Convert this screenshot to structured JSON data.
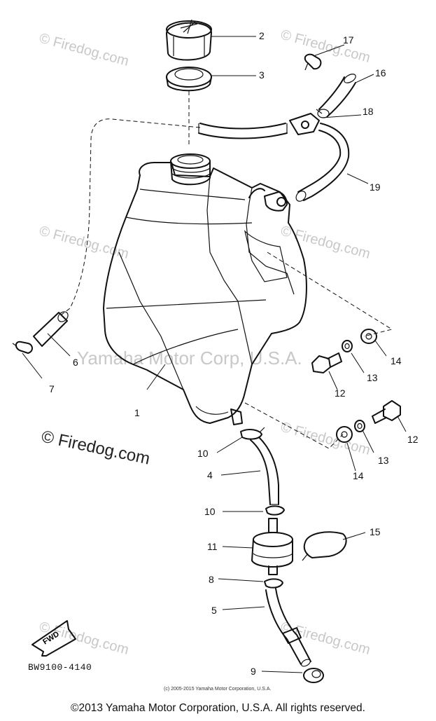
{
  "callouts": {
    "c1": "1",
    "c2": "2",
    "c3": "3",
    "c4": "4",
    "c5": "5",
    "c6": "6",
    "c7": "7",
    "c8": "8",
    "c9": "9",
    "c10a": "10",
    "c10b": "10",
    "c11": "11",
    "c12a": "12",
    "c12b": "12",
    "c13a": "13",
    "c13b": "13",
    "c14a": "14",
    "c14b": "14",
    "c15": "15",
    "c16": "16",
    "c17": "17",
    "c18": "18",
    "c19": "19"
  },
  "watermarks": {
    "firedog_faint": "© Firedog.com",
    "firedog_strong": "© Firedog.com",
    "yamaha_faint": "Yamaha Motor Corp, U.S.A."
  },
  "fwd_label": "FWD",
  "diagram_code": "BW9100-4140",
  "small_copyright": "(c) 2005-2015 Yamaha Motor Corporation, U.S.A.",
  "footer_copyright": "©2013 Yamaha Motor Corporation, U.S.A. All rights reserved."
}
